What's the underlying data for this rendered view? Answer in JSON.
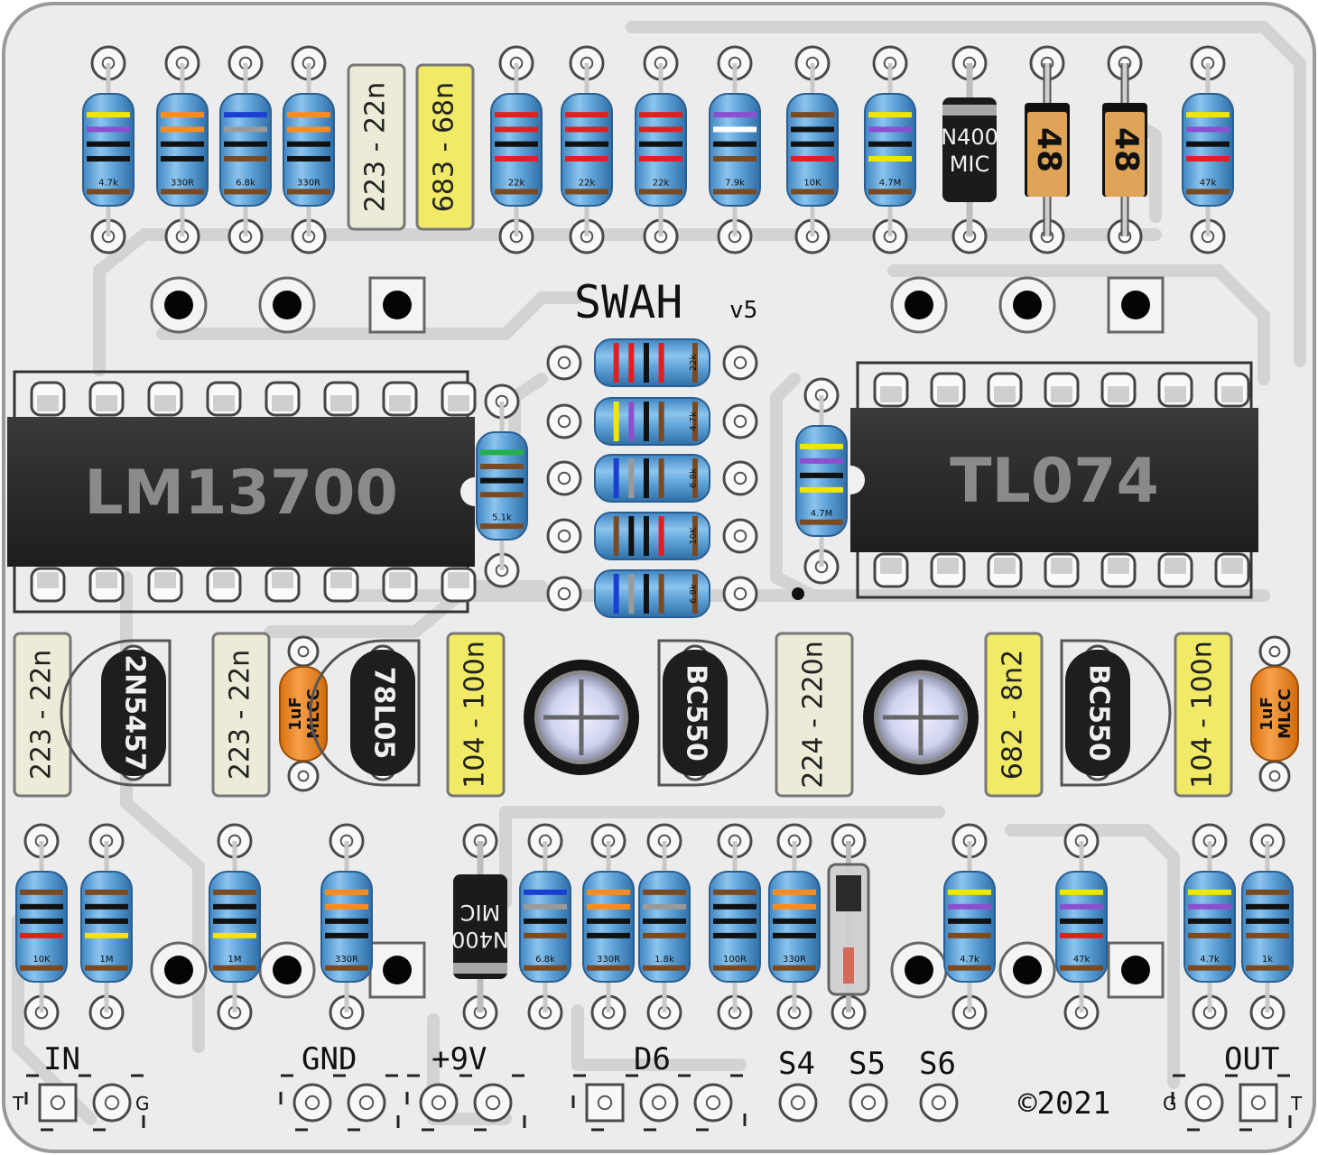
{
  "board": {
    "title": "SWAH",
    "version": "v5",
    "copyright": "©2021",
    "colors": {
      "pcb": "#ececec",
      "trace": "#d8d8d8",
      "trace_edge": "#bdbdbd",
      "ic_body": "#2e2e2e",
      "ic_text": "#8a8a8a",
      "resistor_body": "#5fa3d8",
      "film_cap_yellow": "#f0ea66",
      "film_cap_cream": "#ecebd8",
      "mlcc_orange": "#f08a1e",
      "diode_glass_orange": "#e0a458"
    }
  },
  "ics": [
    {
      "label": "LM13700",
      "pins_per_side": 8
    },
    {
      "label": "TL074",
      "pins_per_side": 7
    }
  ],
  "resistors": [
    {
      "label": "4.7k",
      "bands": [
        "#f2e600",
        "#8b4fcf",
        "#111111",
        "#111111",
        "#7a4a22"
      ]
    },
    {
      "label": "330R",
      "bands": [
        "#ff8c1a",
        "#ff8c1a",
        "#111111",
        "#111111",
        "#7a4a22"
      ]
    },
    {
      "label": "6.8k",
      "bands": [
        "#1a3fd1",
        "#9a9a9a",
        "#111111",
        "#7a4a22",
        "#7a4a22"
      ]
    },
    {
      "label": "330R",
      "bands": [
        "#ff8c1a",
        "#ff8c1a",
        "#111111",
        "#111111",
        "#7a4a22"
      ]
    },
    {
      "label": "22k",
      "bands": [
        "#e02020",
        "#e02020",
        "#111111",
        "#e02020",
        "#7a4a22"
      ]
    },
    {
      "label": "22k",
      "bands": [
        "#e02020",
        "#e02020",
        "#111111",
        "#e02020",
        "#7a4a22"
      ]
    },
    {
      "label": "22k",
      "bands": [
        "#e02020",
        "#e02020",
        "#111111",
        "#e02020",
        "#7a4a22"
      ]
    },
    {
      "label": "7.9k",
      "bands": [
        "#8b4fcf",
        "#ffffff",
        "#111111",
        "#7a4a22",
        "#7a4a22"
      ]
    },
    {
      "label": "10K",
      "bands": [
        "#7a4a22",
        "#111111",
        "#111111",
        "#e02020",
        "#7a4a22"
      ]
    },
    {
      "label": "4.7M",
      "bands": [
        "#f2e600",
        "#8b4fcf",
        "#111111",
        "#f2e600",
        "#7a4a22"
      ]
    },
    {
      "label": "47k",
      "bands": [
        "#f2e600",
        "#8b4fcf",
        "#111111",
        "#e02020",
        "#7a4a22"
      ]
    },
    {
      "label": "22k",
      "bands": [
        "#e02020",
        "#e02020",
        "#111111",
        "#e02020",
        "#7a4a22"
      ]
    },
    {
      "label": "4.7k",
      "bands": [
        "#f2e600",
        "#8b4fcf",
        "#111111",
        "#7a4a22",
        "#7a4a22"
      ]
    },
    {
      "label": "6.8k",
      "bands": [
        "#1a3fd1",
        "#9a9a9a",
        "#111111",
        "#7a4a22",
        "#7a4a22"
      ]
    },
    {
      "label": "10K",
      "bands": [
        "#7a4a22",
        "#111111",
        "#111111",
        "#e02020",
        "#7a4a22"
      ]
    },
    {
      "label": "6.8k",
      "bands": [
        "#1a3fd1",
        "#9a9a9a",
        "#111111",
        "#7a4a22",
        "#7a4a22"
      ]
    },
    {
      "label": "5.1k",
      "bands": [
        "#22b14c",
        "#7a4a22",
        "#111111",
        "#7a4a22",
        "#7a4a22"
      ]
    },
    {
      "label": "4.7M",
      "bands": [
        "#f2e600",
        "#8b4fcf",
        "#111111",
        "#f2e600",
        "#7a4a22"
      ]
    },
    {
      "label": "10K",
      "bands": [
        "#7a4a22",
        "#111111",
        "#111111",
        "#e02020",
        "#7a4a22"
      ]
    },
    {
      "label": "1M",
      "bands": [
        "#7a4a22",
        "#111111",
        "#111111",
        "#f2e600",
        "#7a4a22"
      ]
    },
    {
      "label": "1M",
      "bands": [
        "#7a4a22",
        "#111111",
        "#111111",
        "#f2e600",
        "#7a4a22"
      ]
    },
    {
      "label": "330R",
      "bands": [
        "#ff8c1a",
        "#ff8c1a",
        "#111111",
        "#111111",
        "#7a4a22"
      ]
    },
    {
      "label": "6.8k",
      "bands": [
        "#1a3fd1",
        "#9a9a9a",
        "#111111",
        "#7a4a22",
        "#7a4a22"
      ]
    },
    {
      "label": "330R",
      "bands": [
        "#ff8c1a",
        "#ff8c1a",
        "#111111",
        "#111111",
        "#7a4a22"
      ]
    },
    {
      "label": "1.8k",
      "bands": [
        "#7a4a22",
        "#9a9a9a",
        "#111111",
        "#7a4a22",
        "#7a4a22"
      ]
    },
    {
      "label": "100R",
      "bands": [
        "#7a4a22",
        "#111111",
        "#111111",
        "#111111",
        "#7a4a22"
      ]
    },
    {
      "label": "330R",
      "bands": [
        "#ff8c1a",
        "#ff8c1a",
        "#111111",
        "#111111",
        "#7a4a22"
      ]
    },
    {
      "label": "4.7k",
      "bands": [
        "#f2e600",
        "#8b4fcf",
        "#111111",
        "#7a4a22",
        "#7a4a22"
      ]
    },
    {
      "label": "47k",
      "bands": [
        "#f2e600",
        "#8b4fcf",
        "#111111",
        "#e02020",
        "#7a4a22"
      ]
    },
    {
      "label": "4.7k",
      "bands": [
        "#f2e600",
        "#8b4fcf",
        "#111111",
        "#7a4a22",
        "#7a4a22"
      ]
    },
    {
      "label": "1k",
      "bands": [
        "#7a4a22",
        "#111111",
        "#111111",
        "#7a4a22",
        "#7a4a22"
      ]
    }
  ],
  "film_caps": [
    {
      "label": "223 - 22n",
      "color": "cream"
    },
    {
      "label": "683 - 68n",
      "color": "yellow"
    },
    {
      "label": "223 - 22n",
      "color": "cream"
    },
    {
      "label": "223 - 22n",
      "color": "cream"
    },
    {
      "label": "104 - 100n",
      "color": "yellow"
    },
    {
      "label": "224 - 220n",
      "color": "cream"
    },
    {
      "label": "682 - 8n2",
      "color": "yellow"
    },
    {
      "label": "104 - 100n",
      "color": "yellow"
    }
  ],
  "mlcc_caps": [
    {
      "line1": "1uF",
      "line2": "MLCC"
    },
    {
      "line1": "1uF",
      "line2": "MLCC"
    }
  ],
  "transistors": [
    {
      "label": "2N5457"
    },
    {
      "label": "78L05"
    },
    {
      "label": "BC550"
    },
    {
      "label": "BC550"
    }
  ],
  "diodes": [
    {
      "line1": "N400",
      "line2": "MIC"
    },
    {
      "line1": "N400",
      "line2": "MIC"
    }
  ],
  "glass_diodes": [
    {
      "label": "48"
    },
    {
      "label": "48"
    }
  ],
  "connectors": {
    "in": "IN",
    "gnd": "GND",
    "v9": "+9V",
    "d6": "D6",
    "s4": "S4",
    "s5": "S5",
    "s6": "S6",
    "out": "OUT",
    "tip": "T",
    "ground": "G"
  }
}
